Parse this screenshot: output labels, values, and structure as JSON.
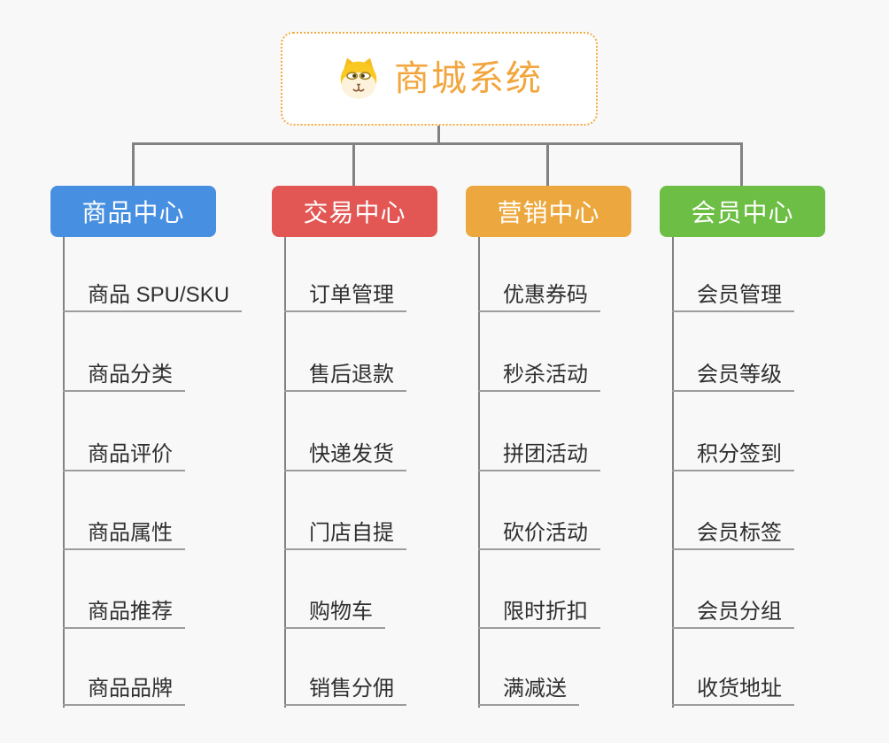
{
  "root": {
    "label": "商城系统",
    "icon": "dog-face-icon",
    "text_color": "#f2a53c",
    "border_color": "#f3a93f"
  },
  "branches": [
    {
      "label": "商品中心",
      "color": "#478fe0",
      "children": [
        "商品 SPU/SKU",
        "商品分类",
        "商品评价",
        "商品属性",
        "商品推荐",
        "商品品牌"
      ]
    },
    {
      "label": "交易中心",
      "color": "#e25653",
      "children": [
        "订单管理",
        "售后退款",
        "快递发货",
        "门店自提",
        "购物车",
        "销售分佣"
      ]
    },
    {
      "label": "营销中心",
      "color": "#eca83e",
      "children": [
        "优惠券码",
        "秒杀活动",
        "拼团活动",
        "砍价活动",
        "限时折扣",
        "满减送"
      ]
    },
    {
      "label": "会员中心",
      "color": "#6cbe44",
      "children": [
        "会员管理",
        "会员等级",
        "积分签到",
        "会员标签",
        "会员分组",
        "收货地址"
      ]
    }
  ],
  "colors": {
    "background": "#f8f8f8",
    "connector": "#828282",
    "leaf_underline": "#9c9c9c",
    "leaf_text": "#2f2f2f"
  }
}
